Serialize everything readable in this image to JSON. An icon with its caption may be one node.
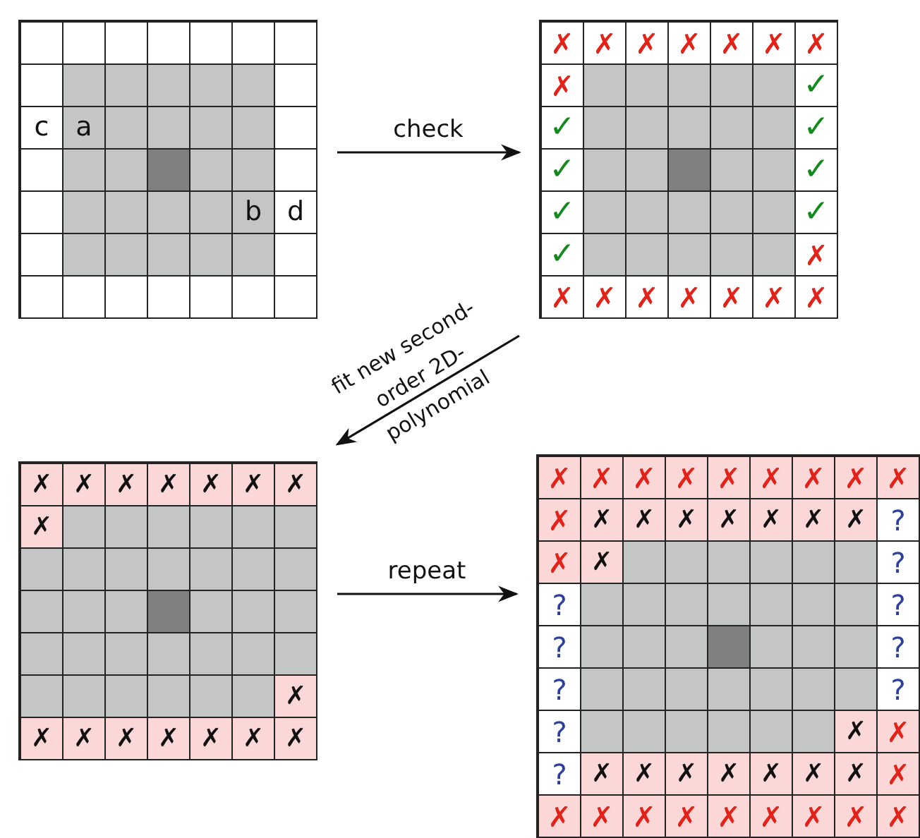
{
  "diagram": {
    "nodes": [
      {
        "text": [],
        "shape": "grid"
      },
      {
        "text": [],
        "shape": "grid"
      },
      {
        "text": [],
        "shape": "grid"
      },
      {
        "text": [],
        "shape": "grid"
      }
    ],
    "edges": [
      {
        "from": 0,
        "to": 1,
        "arrow": "to",
        "label": "check"
      },
      {
        "from": 1,
        "to": 2,
        "arrow": "to",
        "label": "fit new second-order 2D-polynomial"
      },
      {
        "from": 2,
        "to": 3,
        "arrow": "to",
        "label": "repeat"
      }
    ],
    "labels": [
      "c",
      "a",
      "b",
      "d",
      "✗",
      "✗",
      "✗",
      "✗",
      "✗",
      "✗",
      "✗",
      "✗",
      "✓",
      "✓",
      "✓",
      "✓",
      "✓",
      "✓",
      "✓",
      "✓",
      "✗",
      "✗",
      "✗",
      "✗",
      "✗",
      "✗",
      "✗",
      "✗",
      "✗",
      "✗",
      "✗",
      "✗",
      "✗",
      "✗",
      "✗",
      "✗",
      "✗",
      "✗",
      "✗",
      "✗",
      "✗",
      "✗",
      "✗",
      "✗",
      "✗",
      "✗",
      "✗",
      "✗",
      "✗",
      "✗",
      "✗",
      "✗",
      "✗",
      "✗",
      "✗",
      "✗",
      "✗",
      "✗",
      "✗",
      "✗",
      "✗",
      "?",
      "✗",
      "✗",
      "?",
      "?",
      "?",
      "?",
      "?",
      "?",
      "?",
      "?",
      "✗",
      "✗",
      "?",
      "✗",
      "✗",
      "✗",
      "✗",
      "✗",
      "✗",
      "✗",
      "✗",
      "✗",
      "✗",
      "✗",
      "✗",
      "✗",
      "✗",
      "✗",
      "✗",
      "✗"
    ]
  }
}
